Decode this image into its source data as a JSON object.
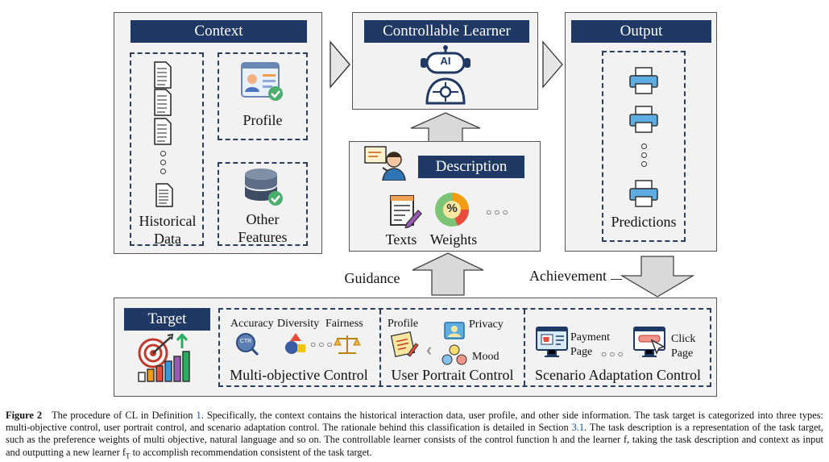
{
  "context": {
    "title": "Context",
    "historical_label_1": "Historical",
    "historical_label_2": "Data",
    "profile_label": "Profile",
    "other_label_1": "Other",
    "other_label_2": "Features"
  },
  "learner": {
    "title": "Controllable Learner",
    "ai_badge": "AI"
  },
  "output": {
    "title": "Output",
    "predictions_label": "Predictions"
  },
  "description": {
    "title": "Description",
    "texts_label": "Texts",
    "weights_label": "Weights",
    "weights_icon_text": "%"
  },
  "flow": {
    "guidance": "Guidance",
    "achievement": "Achievement"
  },
  "target": {
    "title": "Target",
    "multi_objective": {
      "label": "Multi-objective Control",
      "items": [
        "Accuracy",
        "Diversity",
        "Fairness"
      ],
      "ctr_badge": "CTR"
    },
    "user_portrait": {
      "label": "User Portrait Control",
      "profile": "Profile",
      "privacy": "Privacy",
      "mood": "Mood"
    },
    "scenario": {
      "label": "Scenario Adaptation Control",
      "payment_1": "Payment",
      "payment_2": "Page",
      "click_1": "Click",
      "click_2": "Page"
    }
  },
  "caption": {
    "fig": "Figure 2",
    "t1": "The procedure of CL in Definition ",
    "ref1": "1",
    "t2": ". Specifically, the context contains the historical interaction data, user profile, and other side information. The task target is categorized into three types: multi-objective control, user portrait control, and scenario adaptation control. The rationale behind this classification is detailed in Section ",
    "ref2": "3.1",
    "t3": ". The task description is a representation of the task target, such as the preference weights of multi objective, natural language and so on. The controllable learner consists of the control function h and the learner f, taking the task description and context as input and outputting a new learner f",
    "sub": "T",
    "t4": " to accomplish recommendation consistent of the task target."
  },
  "colors": {
    "header_navy": "#1f3864",
    "panel_gray": "#f2f2f2",
    "arrow_gray": "#d9d9d9"
  }
}
